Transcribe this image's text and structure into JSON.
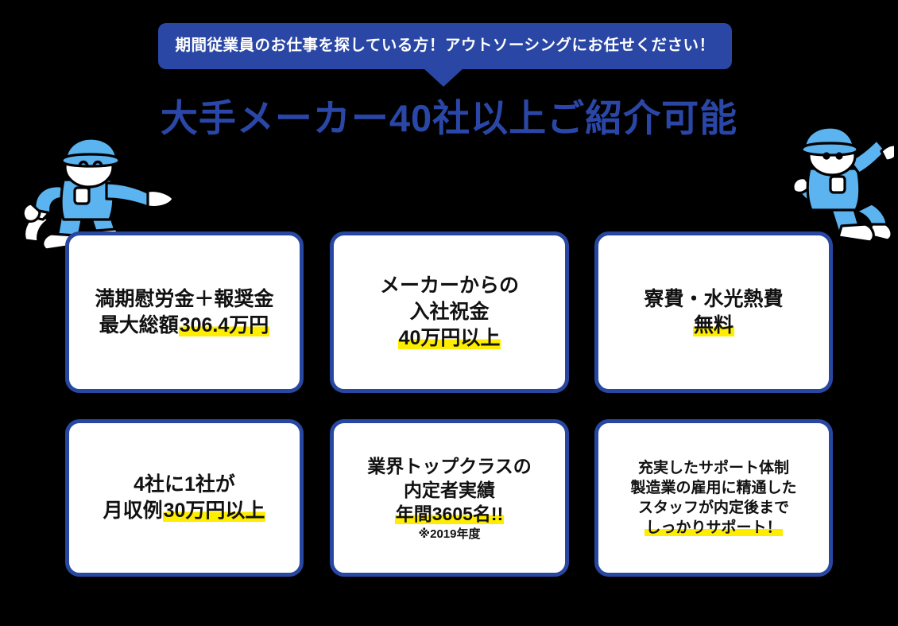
{
  "colors": {
    "background": "#000000",
    "brand_blue": "#2a47a5",
    "card_border": "#2747a0",
    "headline_blue": "#2a47a8",
    "highlight_yellow": "#ffed00",
    "character_blue": "#5bb3ef",
    "text_black": "#111111",
    "card_fill": "#ffffff"
  },
  "banner": {
    "text": "期間従業員のお仕事を探している方！アウトソーシングにお任せください！"
  },
  "headline": {
    "text": "大手メーカー40社以上ご紹介可能"
  },
  "characters": [
    {
      "name": "worker-pointing-right",
      "side": "left"
    },
    {
      "name": "worker-pointing-left",
      "side": "right"
    }
  ],
  "cards": [
    {
      "id": "card-bonus",
      "lines": [
        {
          "plain": "満期慰労金＋報奨金",
          "size": "lg"
        },
        {
          "prefix": "最大総額",
          "highlight": "306.4万円",
          "size": "lg"
        }
      ]
    },
    {
      "id": "card-joining-bonus",
      "lines": [
        {
          "plain": "メーカーからの",
          "size": "lg"
        },
        {
          "plain": "入社祝金",
          "size": "lg"
        },
        {
          "prefix": "",
          "highlight": "40万円以上",
          "size": "lg"
        }
      ]
    },
    {
      "id": "card-dormitory",
      "lines": [
        {
          "plain": "寮費・水光熱費",
          "size": "lg"
        },
        {
          "prefix": "",
          "highlight": "無料",
          "size": "lg"
        }
      ]
    },
    {
      "id": "card-monthly-income",
      "lines": [
        {
          "plain": "4社に1社が",
          "size": "lg"
        },
        {
          "prefix": "月収例",
          "highlight": "30万円以上",
          "size": "lg"
        }
      ]
    },
    {
      "id": "card-placements",
      "lines": [
        {
          "plain": "業界トップクラスの",
          "size": "md"
        },
        {
          "plain": "内定者実績",
          "size": "md"
        },
        {
          "prefix": "",
          "highlight": "年間3605名!!",
          "size": "md"
        },
        {
          "plain": "※2019年度",
          "size": "xs"
        }
      ]
    },
    {
      "id": "card-support",
      "lines": [
        {
          "plain": "充実したサポート体制",
          "size": "sm"
        },
        {
          "plain": "製造業の雇用に精通した",
          "size": "sm"
        },
        {
          "plain": "スタッフが内定後まで",
          "size": "sm"
        },
        {
          "prefix": "",
          "highlight": "しっかりサポート！",
          "size": "sm"
        }
      ]
    }
  ]
}
